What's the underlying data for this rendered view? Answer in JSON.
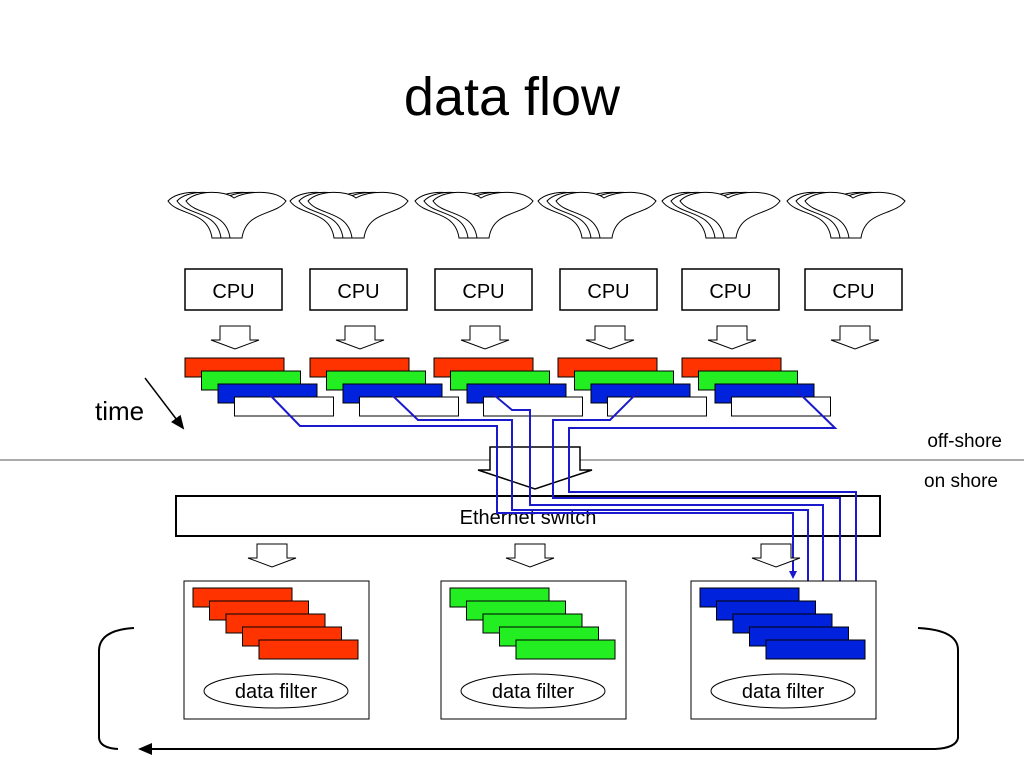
{
  "slide": {
    "title": "data flow",
    "time_label": "time",
    "offshore_label": "off-shore",
    "onshore_label": "on shore",
    "switch_label": "Ethernet switch",
    "cpu_labels": [
      "CPU",
      "CPU",
      "CPU",
      "CPU",
      "CPU",
      "CPU"
    ],
    "filter_labels": [
      "data filter",
      "data filter",
      "data filter"
    ]
  },
  "colors": {
    "red": "#ff3300",
    "green": "#22ee22",
    "blue": "#0022dd",
    "link": "#1a1acc",
    "line": "#000000"
  }
}
